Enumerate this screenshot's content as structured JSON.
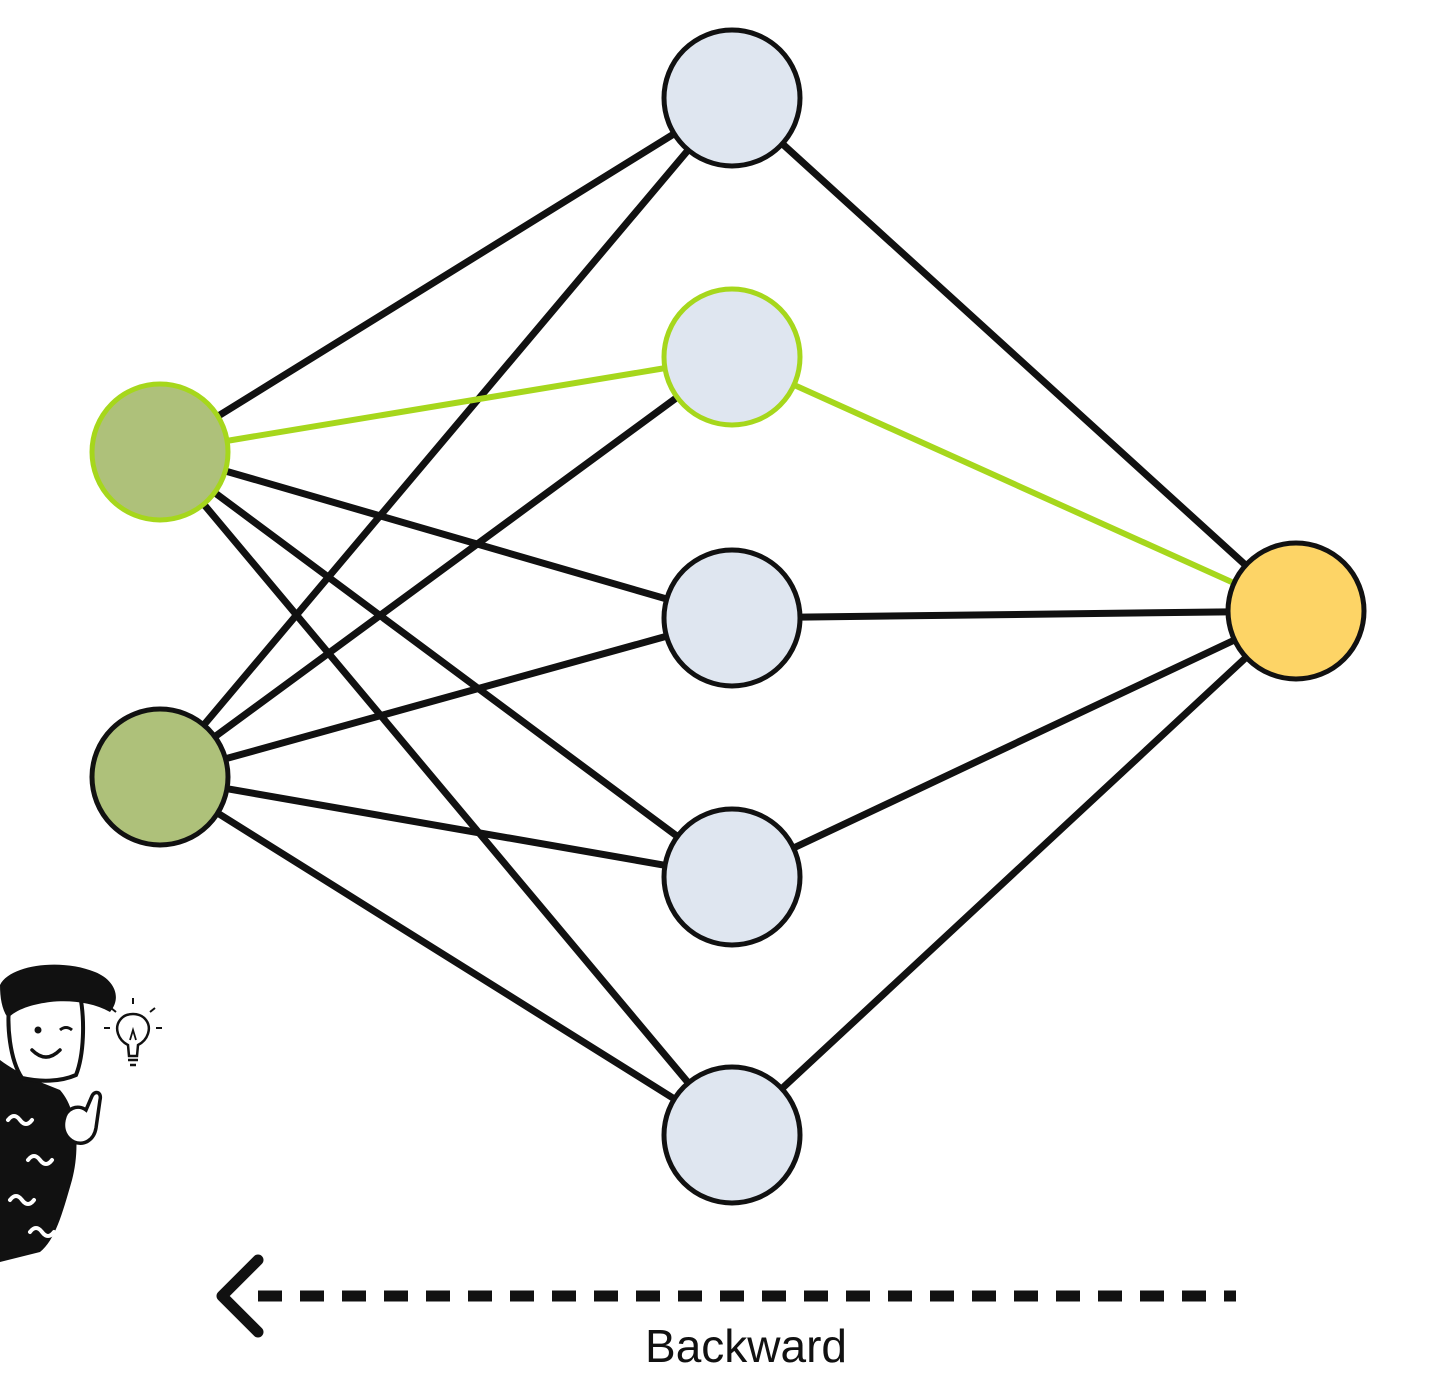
{
  "colors": {
    "background": "#ffffff",
    "stroke": "#111111",
    "highlight": "#a6d71c",
    "input_node": "#aec17a",
    "hidden_node": "#dfe6f0",
    "output_node": "#fdd466"
  },
  "network": {
    "layers": [
      {
        "name": "input",
        "node_count": 2
      },
      {
        "name": "hidden",
        "node_count": 5
      },
      {
        "name": "output",
        "node_count": 1
      }
    ],
    "highlighted_path": {
      "input_node": 0,
      "hidden_node": 1,
      "output_node": 0
    }
  },
  "direction": {
    "label": "Backward",
    "arrow": "left-arrow"
  },
  "illustration": {
    "icon": "person-with-lightbulb-icon"
  }
}
